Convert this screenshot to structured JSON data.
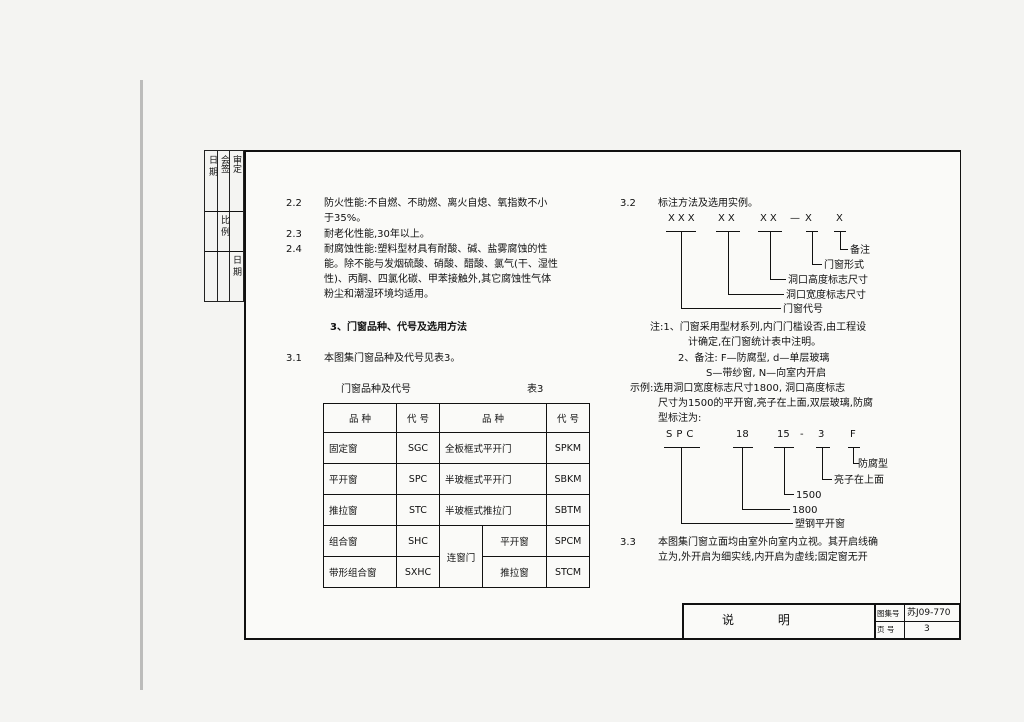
{
  "stamp": [
    "日 期",
    "会签",
    "比 例",
    "审定",
    "日 期"
  ],
  "left": {
    "p22_num": "2.2",
    "p22_l1": "防火性能:不自燃、不助燃、离火自熄、氧指数不小",
    "p22_l2": "于35%。",
    "p23_num": "2.3",
    "p23_l1": "耐老化性能,30年以上。",
    "p24_num": "2.4",
    "p24_l1": "耐腐蚀性能:塑料型材具有耐酸、碱、盐雾腐蚀的性",
    "p24_l2": "能。除不能与发烟硫酸、硝酸、醋酸、氯气(干、湿性",
    "p24_l3": "性)、丙酮、四氯化碳、甲苯接触外,其它腐蚀性气体",
    "p24_l4": "粉尘和潮湿环境均适用。",
    "sec3": "3、门窗品种、代号及选用方法",
    "p31_num": "3.1",
    "p31_l1": "本图集门窗品种及代号见表3。",
    "table_title": "门窗品种及代号",
    "table_no": "表3",
    "table": {
      "h1": "品 种",
      "h2": "代 号",
      "h3": "品 种",
      "h4": "代 号",
      "r1": [
        "固定窗",
        "SGC",
        "全板框式平开门",
        "SPKM"
      ],
      "r2": [
        "平开窗",
        "SPC",
        "半玻框式平开门",
        "SBKM"
      ],
      "r3": [
        "推拉窗",
        "STC",
        "半玻框式推拉门",
        "SBTM"
      ],
      "r4": [
        "组合窗",
        "SHC",
        "连窗门",
        "平开窗",
        "SPCM"
      ],
      "r5": [
        "带形组合窗",
        "SXHC",
        "推拉窗",
        "STCM"
      ]
    }
  },
  "right": {
    "p32_num": "3.2",
    "p32_l1": "标注方法及选用实例。",
    "code1": "XXX",
    "code2": "XX",
    "code3": "XX",
    "code4": "X",
    "code5": "X",
    "lbl_remark": "备注",
    "lbl_form": "门窗形式",
    "lbl_height": "洞口高度标志尺寸",
    "lbl_width": "洞口宽度标志尺寸",
    "lbl_code": "门窗代号",
    "note1a": "注:1、门窗采用型材系列,内门门槛设否,由工程设",
    "note1b": "计确定,在门窗统计表中注明。",
    "note2a": "2、备注: F—防腐型, d—单层玻璃",
    "note2b": "S—带纱窗, N—向室内开启",
    "ex1": "示例:选用洞口宽度标志尺寸1800, 洞口高度标志",
    "ex2": "尺寸为1500的平开窗,亮子在上面,双层玻璃,防腐",
    "ex3": "型标注为:",
    "ex_code1": "SPC",
    "ex_code2": "18",
    "ex_code3": "15",
    "ex_code4": "3",
    "ex_code5": "F",
    "ex_fang": "防腐型",
    "ex_liang": "亮子在上面",
    "ex_1500": "1500",
    "ex_1800": "1800",
    "ex_type": "塑钢平开窗",
    "p33_num": "3.3",
    "p33_l1": "本图集门窗立面均由室外向室内立视。其开启线确",
    "p33_l2": "立为,外开启为细实线,内开启为虚线;固定窗无开"
  },
  "title_block": {
    "title": "说 明",
    "label_atlas": "图集号",
    "atlas_no": "苏J09-770",
    "label_page": "页 号",
    "page_no": "3"
  }
}
